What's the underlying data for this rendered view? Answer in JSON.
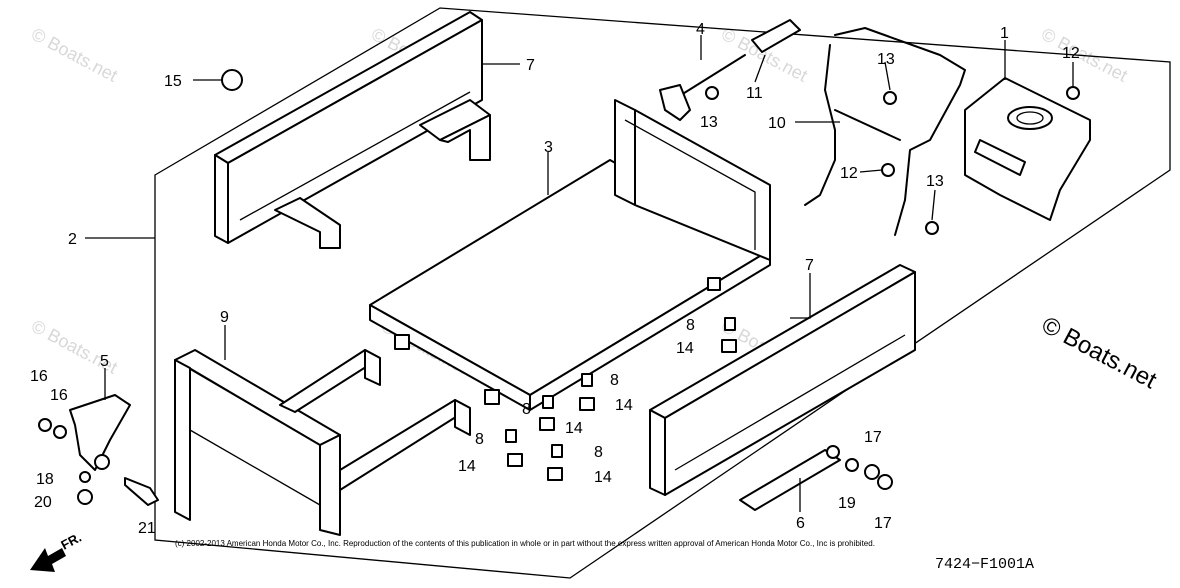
{
  "callouts": {
    "c1": "1",
    "c2": "2",
    "c3": "3",
    "c4": "4",
    "c5": "5",
    "c6": "6",
    "c7a": "7",
    "c7b": "7",
    "c8a": "8",
    "c8b": "8",
    "c8c": "8",
    "c8d": "8",
    "c8e": "8",
    "c9": "9",
    "c10": "10",
    "c11": "11",
    "c12a": "12",
    "c12b": "12",
    "c13a": "13",
    "c13b": "13",
    "c13c": "13",
    "c14a": "14",
    "c14b": "14",
    "c14c": "14",
    "c14d": "14",
    "c14e": "14",
    "c15": "15",
    "c16a": "16",
    "c16b": "16",
    "c17a": "17",
    "c17b": "17",
    "c18": "18",
    "c19": "19",
    "c20": "20",
    "c21": "21"
  },
  "watermark": {
    "small": "© Boats.net",
    "large": "© Boats.net"
  },
  "footer": {
    "copyright": "(c) 2002-2013 American Honda Motor Co., Inc. Reproduction of the contents of this publication in whole or in part without the express written approval of American Honda Motor Co., Inc is prohibited.",
    "diagram_code": "7424−F1001A"
  },
  "direction_label": "FR."
}
